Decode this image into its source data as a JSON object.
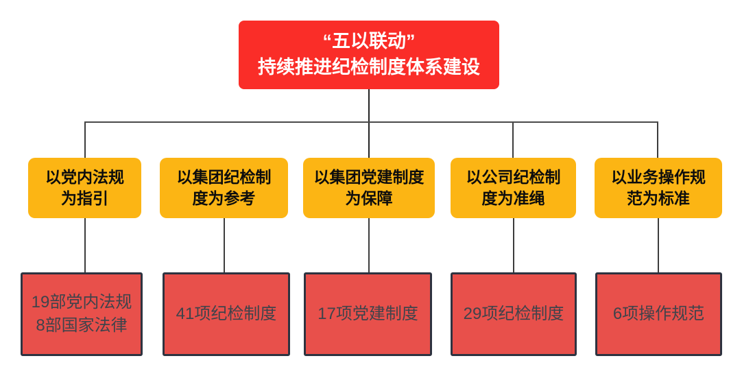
{
  "root": {
    "label": "“五以联动”\n持续推进纪检制度体系建设"
  },
  "branches": [
    {
      "category": "以党内法规\n为指引",
      "result": "19部党内法规\n8部国家法律"
    },
    {
      "category": "以集团纪检制\n度为参考",
      "result": "41项纪检制度"
    },
    {
      "category": "以集团党建制度\n为保障",
      "result": "17项党建制度"
    },
    {
      "category": "以公司纪检制\n度为准绳",
      "result": "29项纪检制度"
    },
    {
      "category": "以业务操作规\n范为标准",
      "result": "6项操作规范"
    }
  ],
  "colors": {
    "root_bg": "#FA2D28",
    "category_bg": "#FCB514",
    "result_bg": "#E8504B",
    "result_border": "#2E3340",
    "result_text": "#3F434B",
    "root_text": "#FFFFFF",
    "category_text": "#0D0D0D",
    "connector": "#3C3C3C",
    "background": "#FFFFFF"
  }
}
